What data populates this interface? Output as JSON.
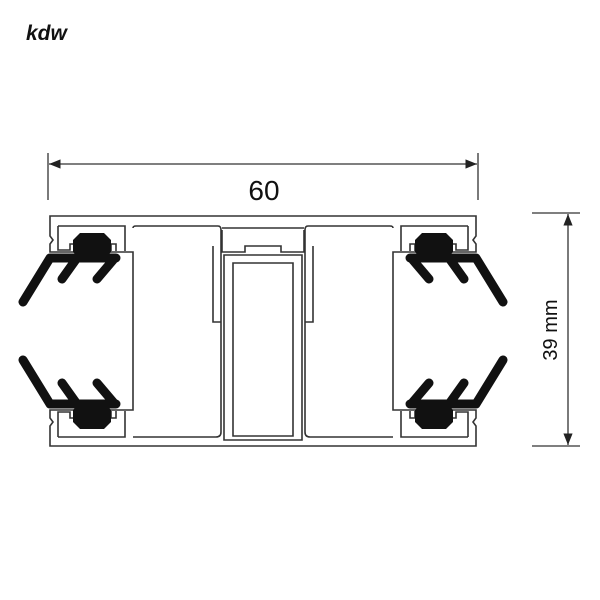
{
  "logo": "kdw",
  "dimensions": {
    "width_label": "60",
    "height_label": "39 mm"
  },
  "colors": {
    "line": "#333333",
    "gasket": "#111111"
  }
}
